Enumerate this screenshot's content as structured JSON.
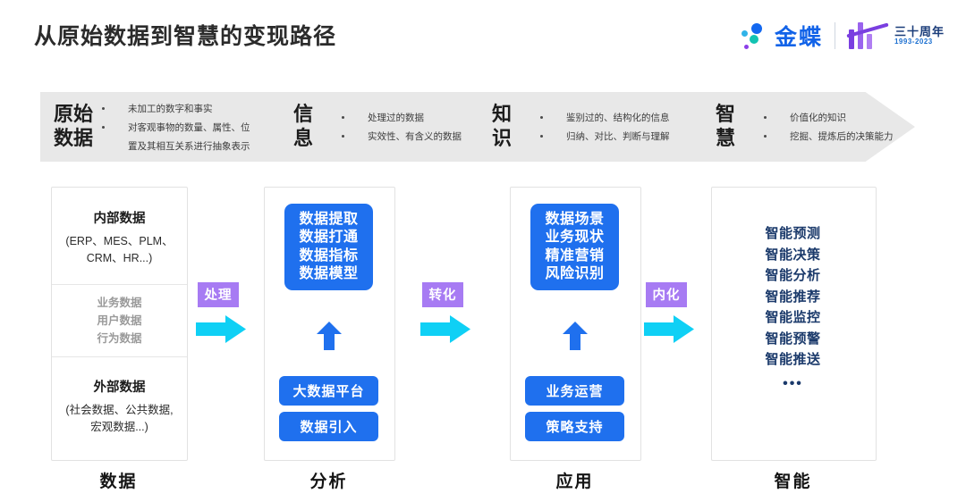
{
  "header": {
    "title": "从原始数据到智慧的变现路径",
    "brand": {
      "name": "金蝶",
      "anniversary_cn": "三十周年",
      "anniversary_years": "1993-2023"
    }
  },
  "banner": {
    "stages": [
      {
        "name": "原始\n数据",
        "name_line1": "原始",
        "name_line2": "数据",
        "bullets": [
          "未加工的数字和事实",
          "对客观事物的数量、属性、位",
          "置及其相互关系进行抽象表示"
        ]
      },
      {
        "name_line1": "信",
        "name_line2": "息",
        "bullets": [
          "处理过的数据",
          "实效性、有含义的数据"
        ]
      },
      {
        "name_line1": "知",
        "name_line2": "识",
        "bullets": [
          "鉴别过的、结构化的信息",
          "归纳、对比、判断与理解"
        ]
      },
      {
        "name_line1": "智",
        "name_line2": "慧",
        "bullets": [
          "价值化的知识",
          "挖掘、提炼后的决策能力"
        ]
      }
    ]
  },
  "columns": {
    "data": {
      "footer_label": "数据",
      "internal_title": "内部数据",
      "internal_sub_line1": "(ERP、MES、PLM、",
      "internal_sub_line2": "CRM、HR...)",
      "middle_items": [
        "业务数据",
        "用户数据",
        "行为数据"
      ],
      "external_title": "外部数据",
      "external_sub_line1": "(社会数据、公共数据,",
      "external_sub_line2": "宏观数据...)"
    },
    "analysis": {
      "footer_label": "分析",
      "box_items": [
        "数据提取",
        "数据打通",
        "数据指标",
        "数据模型"
      ],
      "pills": [
        "大数据平台",
        "数据引入"
      ]
    },
    "application": {
      "footer_label": "应用",
      "box_items": [
        "数据场景",
        "业务现状",
        "精准营销",
        "风险识别"
      ],
      "pills": [
        "业务运营",
        "策略支持"
      ]
    },
    "intelligence": {
      "footer_label": "智能",
      "items": [
        "智能预测",
        "智能决策",
        "智能分析",
        "智能推荐",
        "智能监控",
        "智能预警",
        "智能推送"
      ],
      "ellipsis": "•••"
    }
  },
  "connectors": [
    {
      "label": "处理"
    },
    {
      "label": "转化"
    },
    {
      "label": "内化"
    }
  ],
  "colors": {
    "accent_blue": "#1f70ee",
    "navy": "#1b3a6b",
    "purple": "#a77bf3",
    "cyan_arrow": "#0fd0f5",
    "banner_gray": "#e8e8e8",
    "brand_blue": "#1263e8"
  }
}
